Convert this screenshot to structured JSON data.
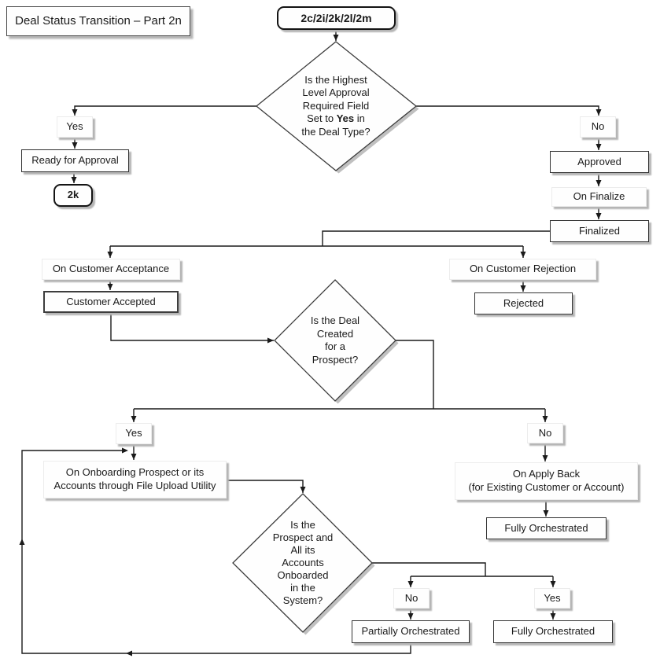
{
  "title": "Deal Status Transition – Part 2n",
  "start_node": "2c/2i/2k/2l/2m",
  "decisions": {
    "d1": {
      "line1": "Is the Highest",
      "line2": "Level Approval",
      "line3": "Required Field",
      "line4_pre": "Set to ",
      "line4_bold": "Yes",
      "line4_post": " in",
      "line5": "the Deal Type?"
    },
    "d2": {
      "line1": "Is the Deal",
      "line2": "Created",
      "line3": "for a",
      "line4": "Prospect?"
    },
    "d3": {
      "line1": "Is the",
      "line2": "Prospect and",
      "line3": "All its",
      "line4": "Accounts",
      "line5": "Onboarded",
      "line6": "in the",
      "line7": "System?"
    }
  },
  "branch_labels": {
    "yes1": "Yes",
    "no1": "No",
    "yes2": "Yes",
    "no2": "No",
    "no3": "No",
    "yes3": "Yes"
  },
  "states": {
    "ready": "Ready for Approval",
    "k2": "2k",
    "approved": "Approved",
    "finalized": "Finalized",
    "accepted": "Customer Accepted",
    "rejected": "Rejected",
    "fully_orchestrated_1": "Fully Orchestrated",
    "partially_orchestrated": "Partially Orchestrated",
    "fully_orchestrated_2": "Fully Orchestrated"
  },
  "events": {
    "on_finalize": "On Finalize",
    "on_acceptance": "On Customer Acceptance",
    "on_rejection": "On Customer Rejection",
    "onboarding_line1": "On Onboarding Prospect or its",
    "onboarding_line2": "Accounts through File Upload Utility",
    "apply_back_line1": "On Apply Back",
    "apply_back_line2": "(for Existing Customer or Account)"
  }
}
